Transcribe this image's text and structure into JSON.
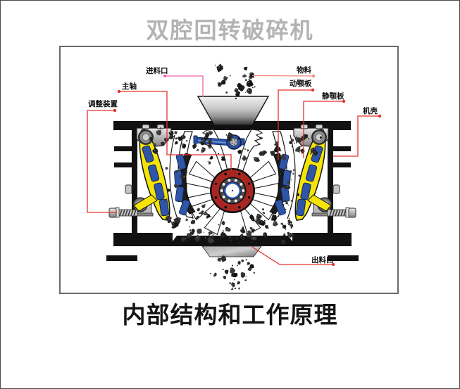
{
  "page": {
    "top_title": "双腔回转破碎机",
    "bottom_title": "内部结构和工作原理"
  },
  "labels": {
    "feed_inlet": "进料口",
    "main_shaft": "主轴",
    "adjustment_device": "调整装置",
    "material": "物料",
    "movable_jaw": "动颚板",
    "fixed_jaw": "静颚板",
    "casing": "机壳",
    "discharge_outlet": "出料口"
  },
  "colors": {
    "title_gray": "#b3b3b3",
    "ink": "#111111",
    "leader_red": "#e8312a",
    "leader_pink": "#f464a6",
    "leader_salmon": "#ef8a80",
    "jaw_yellow": "#f6e409",
    "plate_blue": "#2e55a8",
    "rod_blue": "#2b52a8",
    "rotor_red": "#a82622",
    "rock": "#262626",
    "steel_light": "#dedede",
    "steel_dark": "#7a7a7a"
  }
}
